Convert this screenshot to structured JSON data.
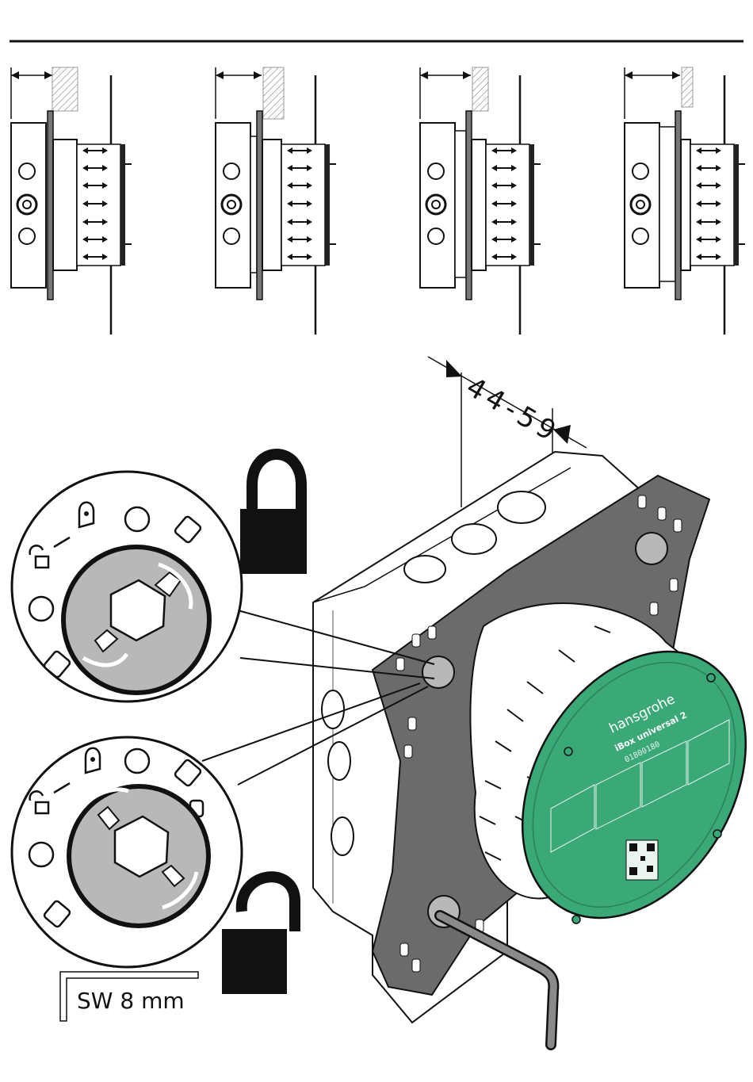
{
  "dimension_label": "44-59",
  "tool_label": "SW 8 mm",
  "cover": {
    "brand": "hansgrohe",
    "product": "iBox universal 2",
    "code": "01800180"
  },
  "colors": {
    "cover_green": "#3aa877",
    "mount_plate": "#6b6b6b",
    "hub_grey": "#b8b8b8",
    "lock_black": "#111111"
  },
  "icons": [
    "padlock-closed-icon",
    "padlock-open-icon",
    "hex-key-icon",
    "qr-code-icon"
  ]
}
